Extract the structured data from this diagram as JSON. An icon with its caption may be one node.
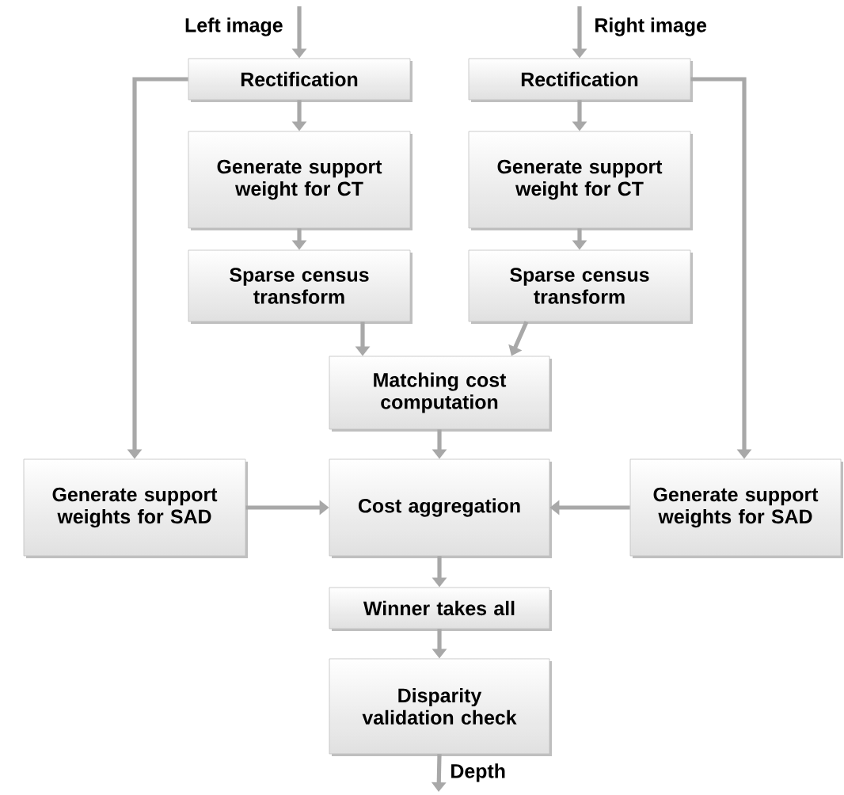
{
  "diagram": {
    "nodes": [
      {
        "text": [
          "Rectification"
        ]
      },
      {
        "text": [
          "Rectification"
        ]
      },
      {
        "text": [
          "Generate support weight for CT"
        ]
      },
      {
        "text": [
          "Generate support weight for CT"
        ]
      },
      {
        "text": [
          "Sparse census transform"
        ]
      },
      {
        "text": [
          "Sparse census transform"
        ]
      },
      {
        "text": [
          "Matching cost computation"
        ]
      },
      {
        "text": [
          "Generate support weights for SAD"
        ]
      },
      {
        "text": [
          "Cost aggregation"
        ]
      },
      {
        "text": [
          "Generate support weights for SAD"
        ]
      },
      {
        "text": [
          "Winner takes all"
        ]
      },
      {
        "text": [
          "Disparity validation check"
        ]
      }
    ],
    "edges": [
      {
        "from": null,
        "to": 0,
        "arrow": "to",
        "label": "Left image"
      },
      {
        "from": null,
        "to": 1,
        "arrow": "to",
        "label": "Right image"
      },
      {
        "from": 0,
        "to": 2,
        "arrow": "to"
      },
      {
        "from": 1,
        "to": 3,
        "arrow": "to"
      },
      {
        "from": 2,
        "to": 4,
        "arrow": "to"
      },
      {
        "from": 3,
        "to": 5,
        "arrow": "to"
      },
      {
        "from": 4,
        "to": 6,
        "arrow": "to"
      },
      {
        "from": 5,
        "to": 6,
        "arrow": "to"
      },
      {
        "from": 0,
        "to": 7,
        "arrow": "to"
      },
      {
        "from": 1,
        "to": 9,
        "arrow": "to"
      },
      {
        "from": 6,
        "to": 8,
        "arrow": "to"
      },
      {
        "from": 7,
        "to": 8,
        "arrow": "to"
      },
      {
        "from": 9,
        "to": 8,
        "arrow": "to"
      },
      {
        "from": 8,
        "to": 10,
        "arrow": "to"
      },
      {
        "from": 10,
        "to": 11,
        "arrow": "to"
      },
      {
        "from": 11,
        "to": null,
        "arrow": "to",
        "label": "Depth"
      }
    ]
  }
}
